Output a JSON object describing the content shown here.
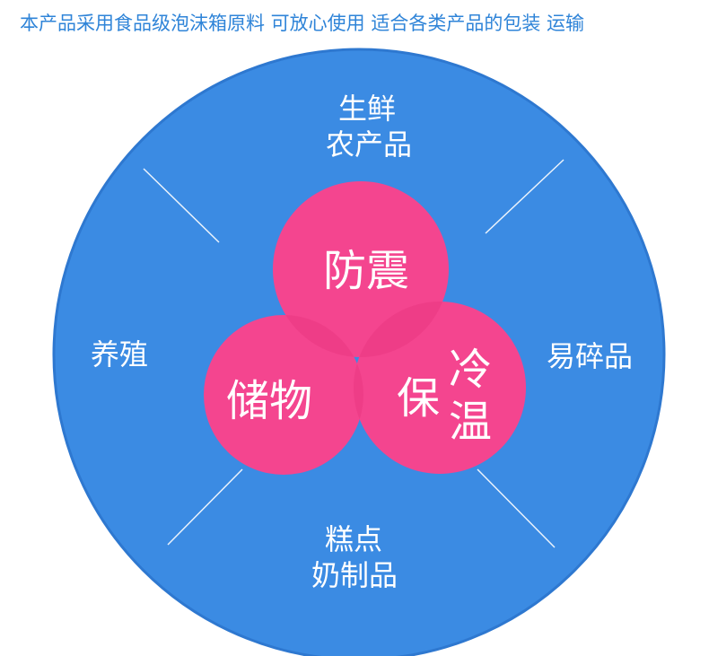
{
  "headline": "本产品采用食品级泡沫箱原料 可放心使用 适合各类产品的包装 运输",
  "colors": {
    "headline": "#2f84d8",
    "outer_circle": "#3b8be3",
    "outer_border": "#2e78d0",
    "inner_circle": "#f4458f",
    "overlap": "#e8357f",
    "divider": "#ffffff"
  },
  "segments": {
    "top": {
      "line1": "生鲜",
      "line2": "农产品"
    },
    "left": {
      "label": "养殖"
    },
    "right": {
      "label": "易碎品"
    },
    "bottom": {
      "line1": "糕点",
      "line2": "奶制品"
    }
  },
  "core": {
    "top": "防震",
    "left": "储物",
    "right_main": "保",
    "right_top": "冷",
    "right_bottom": "温"
  }
}
